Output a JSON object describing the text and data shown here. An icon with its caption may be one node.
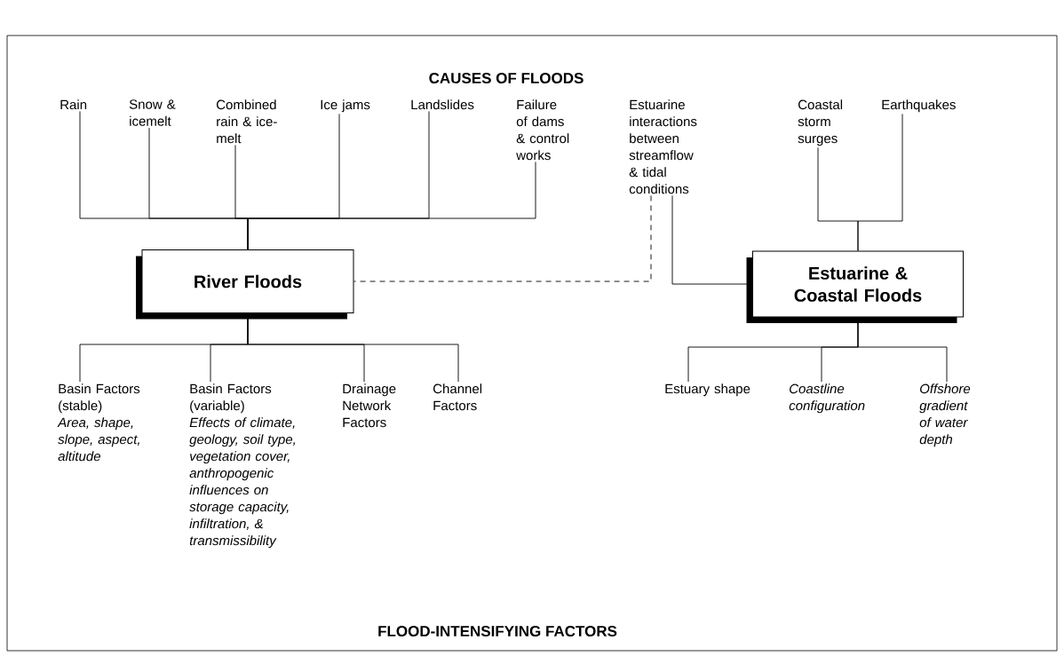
{
  "diagram": {
    "title": "CAUSES OF FLOODS",
    "nodes": [
      {
        "text": [
          "Rain"
        ]
      },
      {
        "text": [
          "Snow & icemelt"
        ]
      },
      {
        "text": [
          "Combined rain & ice-melt"
        ]
      },
      {
        "text": [
          "Ice jams"
        ]
      },
      {
        "text": [
          "Landslides"
        ]
      },
      {
        "text": [
          "Failure of dams & control works"
        ]
      },
      {
        "text": [
          "Estuarine interactions between streamflow & tidal conditions"
        ]
      },
      {
        "text": [
          "Coastal storm surges"
        ]
      },
      {
        "text": [
          "Earthquakes"
        ]
      },
      {
        "text": [
          "River Floods"
        ]
      },
      {
        "text": [
          "Estuarine & Coastal Floods"
        ]
      },
      {
        "text": [
          "Basin Factors (stable)",
          "Area, shape, slope, aspect, altitude"
        ]
      },
      {
        "text": [
          "Basin Factors (variable)",
          "Effects of climate, geology, soil type, vegetation cover, anthropogenic influences on storage capacity, infiltration, & transmissibility"
        ]
      },
      {
        "text": [
          "Drainage Network Factors"
        ]
      },
      {
        "text": [
          "Channel Factors"
        ]
      },
      {
        "text": [
          "Estuary shape"
        ]
      },
      {
        "text": [
          "Coastline configuration"
        ]
      },
      {
        "text": [
          "Offshore gradient of water depth"
        ]
      }
    ],
    "edges": [
      {
        "from": 0,
        "to": 9,
        "arrow": "none"
      },
      {
        "from": 1,
        "to": 9,
        "arrow": "none"
      },
      {
        "from": 2,
        "to": 9,
        "arrow": "none"
      },
      {
        "from": 3,
        "to": 9,
        "arrow": "none"
      },
      {
        "from": 4,
        "to": 9,
        "arrow": "none"
      },
      {
        "from": 5,
        "to": 9,
        "arrow": "none"
      },
      {
        "from": 6,
        "to": 9,
        "arrow": "none",
        "style": "dashed"
      },
      {
        "from": 6,
        "to": 10,
        "arrow": "none"
      },
      {
        "from": 7,
        "to": 10,
        "arrow": "none"
      },
      {
        "from": 8,
        "to": 10,
        "arrow": "none"
      },
      {
        "from": 9,
        "to": 11,
        "arrow": "none"
      },
      {
        "from": 9,
        "to": 12,
        "arrow": "none"
      },
      {
        "from": 9,
        "to": 13,
        "arrow": "none"
      },
      {
        "from": 9,
        "to": 14,
        "arrow": "none"
      },
      {
        "from": 10,
        "to": 15,
        "arrow": "none"
      },
      {
        "from": 10,
        "to": 16,
        "arrow": "none"
      },
      {
        "from": 10,
        "to": 17,
        "arrow": "none"
      }
    ],
    "labels": [
      "FLOOD-INTENSIFYING FACTORS"
    ]
  }
}
